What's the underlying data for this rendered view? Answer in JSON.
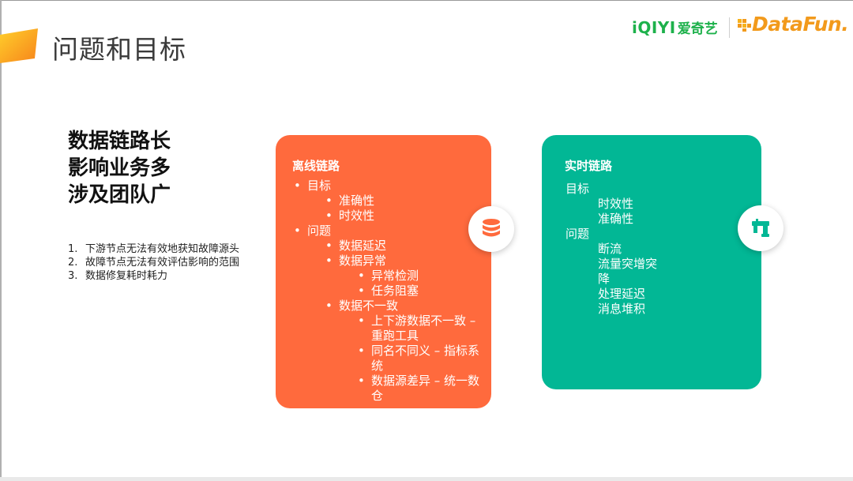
{
  "slide": {
    "title": "问题和目标",
    "accent_color": "#f7a21b"
  },
  "logos": {
    "iqiyi_en": "iQIYI",
    "iqiyi_cn": "爱奇艺",
    "datafun": "DataFun."
  },
  "headline": [
    "数据链路长",
    "影响业务多",
    "涉及团队广"
  ],
  "problems": [
    {
      "num": "1.",
      "text": "下游节点无法有效地获知故障源头"
    },
    {
      "num": "2.",
      "text": "故障节点无法有效评估影响的范围"
    },
    {
      "num": "3.",
      "text": "数据修复耗时耗力"
    }
  ],
  "offline_card": {
    "title": "离线链路",
    "color": "#ff6a3d",
    "icon": "database-icon",
    "lines": [
      {
        "level": 1,
        "text": "目标"
      },
      {
        "level": 2,
        "text": "准确性"
      },
      {
        "level": 2,
        "text": "时效性"
      },
      {
        "level": 1,
        "text": "问题"
      },
      {
        "level": 2,
        "text": "数据延迟"
      },
      {
        "level": 2,
        "text": "数据异常"
      },
      {
        "level": 3,
        "text": "异常检测"
      },
      {
        "level": 3,
        "text": "任务阻塞"
      },
      {
        "level": 2,
        "text": "数据不一致"
      },
      {
        "level": 3,
        "text": "上下游数据不一致 –"
      },
      {
        "level": 3,
        "text": "重跑工具",
        "cont": true
      },
      {
        "level": 3,
        "text": "同名不同义 – 指标系"
      },
      {
        "level": 3,
        "text": "统",
        "cont": true
      },
      {
        "level": 3,
        "text": "数据源差异 – 统一数"
      },
      {
        "level": 3,
        "text": "仓",
        "cont": true
      }
    ]
  },
  "realtime_card": {
    "title": "实时链路",
    "color": "#02b795",
    "icon": "pipe-icon",
    "lines": [
      {
        "level": 1,
        "text": "目标"
      },
      {
        "level": 2,
        "text": "时效性"
      },
      {
        "level": 2,
        "text": "准确性"
      },
      {
        "level": 1,
        "text": "问题"
      },
      {
        "level": 2,
        "text": "断流"
      },
      {
        "level": 2,
        "text": "流量突增突"
      },
      {
        "level": 2,
        "text": "降"
      },
      {
        "level": 2,
        "text": "处理延迟"
      },
      {
        "level": 2,
        "text": "消息堆积"
      }
    ]
  }
}
